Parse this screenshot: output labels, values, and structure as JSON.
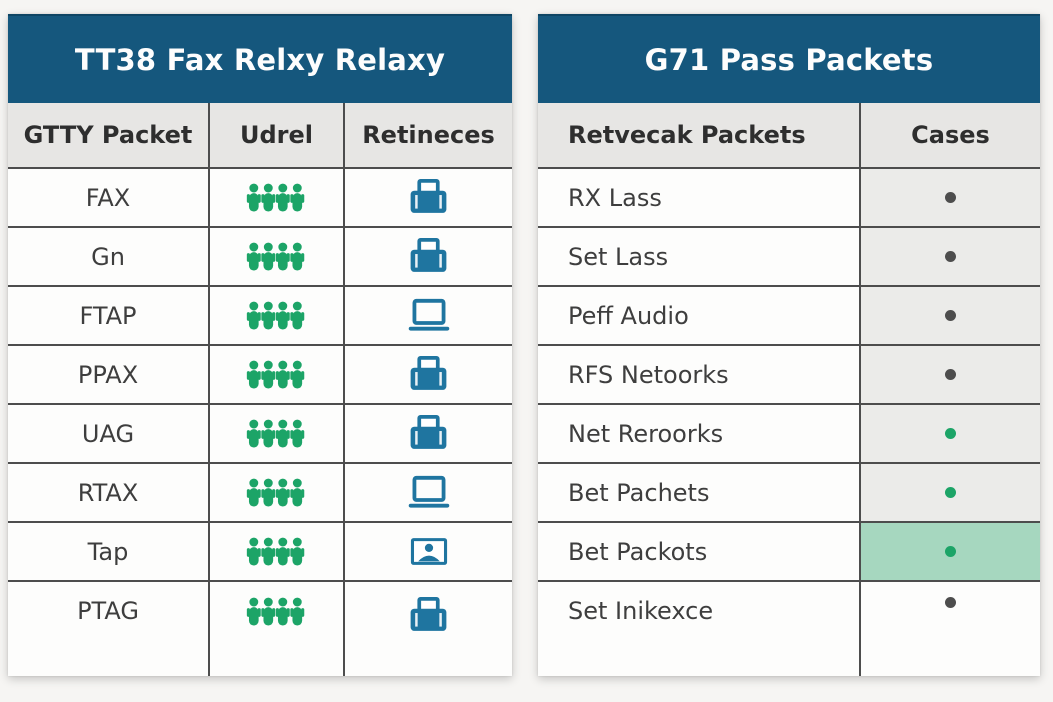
{
  "colors": {
    "header_blue": "#15577d",
    "column_header_bg": "#e7e6e4",
    "border_dark": "#4d4d4d",
    "icon_green": "#1ca467",
    "icon_blue": "#1f75a0",
    "cases_cell_gray": "#ebebe9",
    "highlight_green": "#a6d7bf",
    "page_bg": "#f6f5f3"
  },
  "left_table": {
    "title": "TT38 Fax Relxy Relaxy",
    "columns": {
      "c0": "GTTY Packet",
      "c1": "Udrel",
      "c2": "Retineces"
    },
    "rows": [
      {
        "label": "FAX",
        "udrel": "people-group",
        "device": "printer"
      },
      {
        "label": "Gn",
        "udrel": "people-group",
        "device": "printer"
      },
      {
        "label": "FTAP",
        "udrel": "people-group",
        "device": "laptop"
      },
      {
        "label": "PPAX",
        "udrel": "people-group",
        "device": "printer"
      },
      {
        "label": "UAG",
        "udrel": "people-group",
        "device": "printer"
      },
      {
        "label": "RTAX",
        "udrel": "people-group",
        "device": "laptop"
      },
      {
        "label": "Tap",
        "udrel": "people-group",
        "device": "photo"
      },
      {
        "label": "PTAG",
        "udrel": "people-group",
        "device": "printer"
      }
    ]
  },
  "right_table": {
    "title": "G71 Pass Packets",
    "columns": {
      "c0": "Retvecak Packets",
      "c1": "Cases"
    },
    "rows": [
      {
        "label": "RX Lass",
        "dot": "gray",
        "case_bg": "gray"
      },
      {
        "label": "Set Lass",
        "dot": "gray",
        "case_bg": "gray"
      },
      {
        "label": "Peff Audio",
        "dot": "gray",
        "case_bg": "gray"
      },
      {
        "label": "RFS Netoorks",
        "dot": "gray",
        "case_bg": "gray"
      },
      {
        "label": "Net Reroorks",
        "dot": "green",
        "case_bg": "gray"
      },
      {
        "label": "Bet Pachets",
        "dot": "green",
        "case_bg": "gray"
      },
      {
        "label": "Bet Packots",
        "dot": "green",
        "case_bg": "green"
      },
      {
        "label": "Set Inikexce",
        "dot": "gray",
        "case_bg": "white"
      }
    ]
  }
}
